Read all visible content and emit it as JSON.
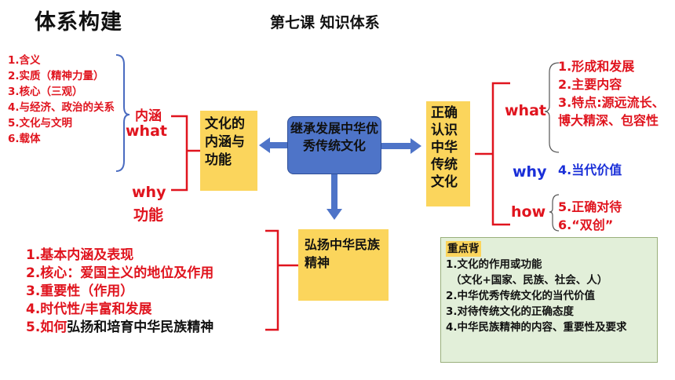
{
  "header": {
    "title": "体系构建",
    "subtitle": "第七课 知识体系"
  },
  "left_items": [
    "1.含义",
    "2.实质（精神力量）",
    "3.核心（三观）",
    "4.与经济、政治的关系",
    "5.文化与文明",
    "6.载体"
  ],
  "left_labels": {
    "neihan": "内涵",
    "what": "what",
    "why": "why",
    "gongneng": "功能"
  },
  "boxes": {
    "culture": "文化的内涵与功能",
    "center": "继承发展中华优秀传统文化",
    "correct": "正确认识中华传统文化",
    "spirit": "弘扬中华民族精神"
  },
  "right_labels": {
    "what": "what",
    "why": "why",
    "how": "how"
  },
  "right_items": {
    "what": [
      "1.形成和发展",
      "2.主要内容",
      "3.特点:源远流长、博大精深、包容性"
    ],
    "why": [
      "4.当代价值"
    ],
    "how": [
      "5.正确对待",
      "6.“双创”"
    ]
  },
  "bottom_items": [
    {
      "red": "1.基本内涵及表现",
      "black": ""
    },
    {
      "red": "2.核心：爱国主义的地位及作用",
      "black": ""
    },
    {
      "red": "3.重要性（作用）",
      "black": ""
    },
    {
      "red": "4.时代性/丰富和发展",
      "black": ""
    },
    {
      "red": "5.如何",
      "black": "弘扬和培育中华民族精神"
    }
  ],
  "keypoints": {
    "tag": "重点背",
    "items": [
      "1.文化的作用或功能",
      "（文化+国家、民族、社会、人）",
      "2.中华优秀传统文化的当代价值",
      "3.对待传统文化的正确态度",
      "4.中华民族精神的内容、重要性及要求"
    ]
  },
  "colors": {
    "accent_red": "#e0141e",
    "accent_blue": "#1a2fd8",
    "box_yellow": "#fbd55c",
    "box_blue": "#4e74c8",
    "note_green": "#e2efd9"
  }
}
